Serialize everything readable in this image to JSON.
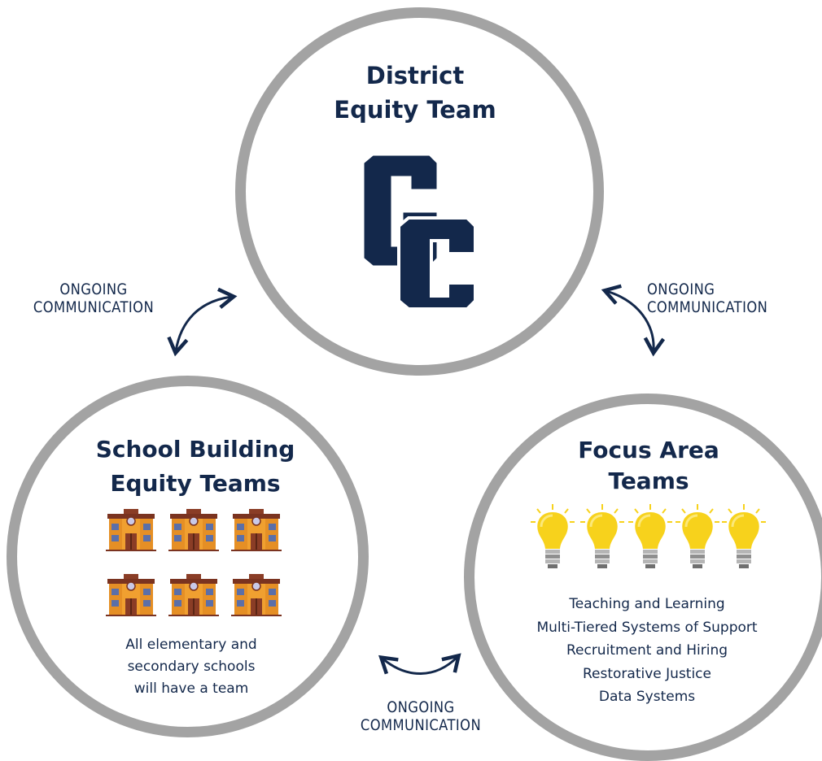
{
  "district": {
    "title_line1": "District",
    "title_line2": "Equity Team",
    "logo": "gc-block-letters-logo"
  },
  "school": {
    "title_line1": "School Building",
    "title_line2": "Equity Teams",
    "icon": "school-building-icon",
    "description_line1": "All elementary and",
    "description_line2": "secondary schools",
    "description_line3": "will have a team"
  },
  "focus": {
    "title_line1": "Focus Area",
    "title_line2": "Teams",
    "icon": "lightbulb-icon",
    "areas": [
      "Teaching and Learning",
      "Multi-Tiered Systems of Support",
      "Recruitment and Hiring",
      "Restorative Justice",
      "Data Systems"
    ]
  },
  "communication": {
    "left_line1": "ONGOING",
    "left_line2": "COMMUNICATION",
    "right_line1": "ONGOING",
    "right_line2": "COMMUNICATION",
    "bottom_line1": "ONGOING",
    "bottom_line2": "COMMUNICATION"
  },
  "colors": {
    "navy": "#13284b",
    "ring": "#a3a3a3",
    "bulb": "#f7d21c",
    "building": "#f0a030"
  }
}
